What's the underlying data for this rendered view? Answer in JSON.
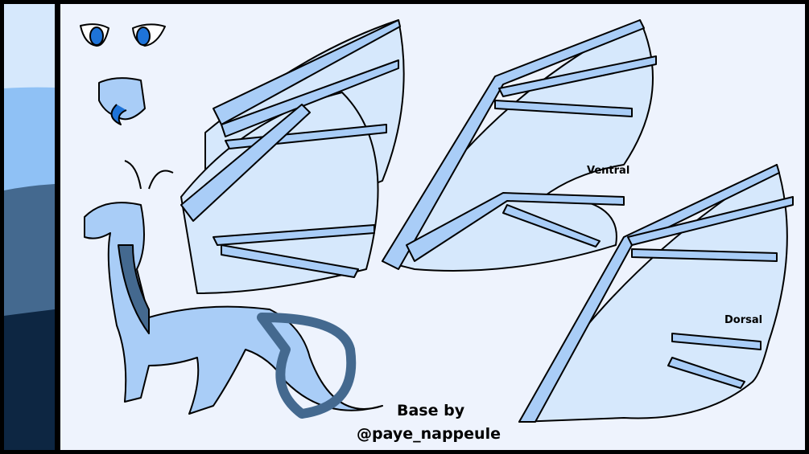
{
  "palette": {
    "colors": [
      "#d6e8fc",
      "#8fc1f5",
      "#44698f",
      "#0d2642"
    ]
  },
  "labels": {
    "ventral": "Ventral",
    "dorsal": "Dorsal"
  },
  "credit": {
    "line1": "Base by",
    "line2": "@paye_nappeule"
  },
  "colors": {
    "background": "#eef3fd",
    "body": "#a9cdf7",
    "membrane": "#d6e8fc",
    "scales": "#44698f",
    "eye": "#1e73d8"
  }
}
